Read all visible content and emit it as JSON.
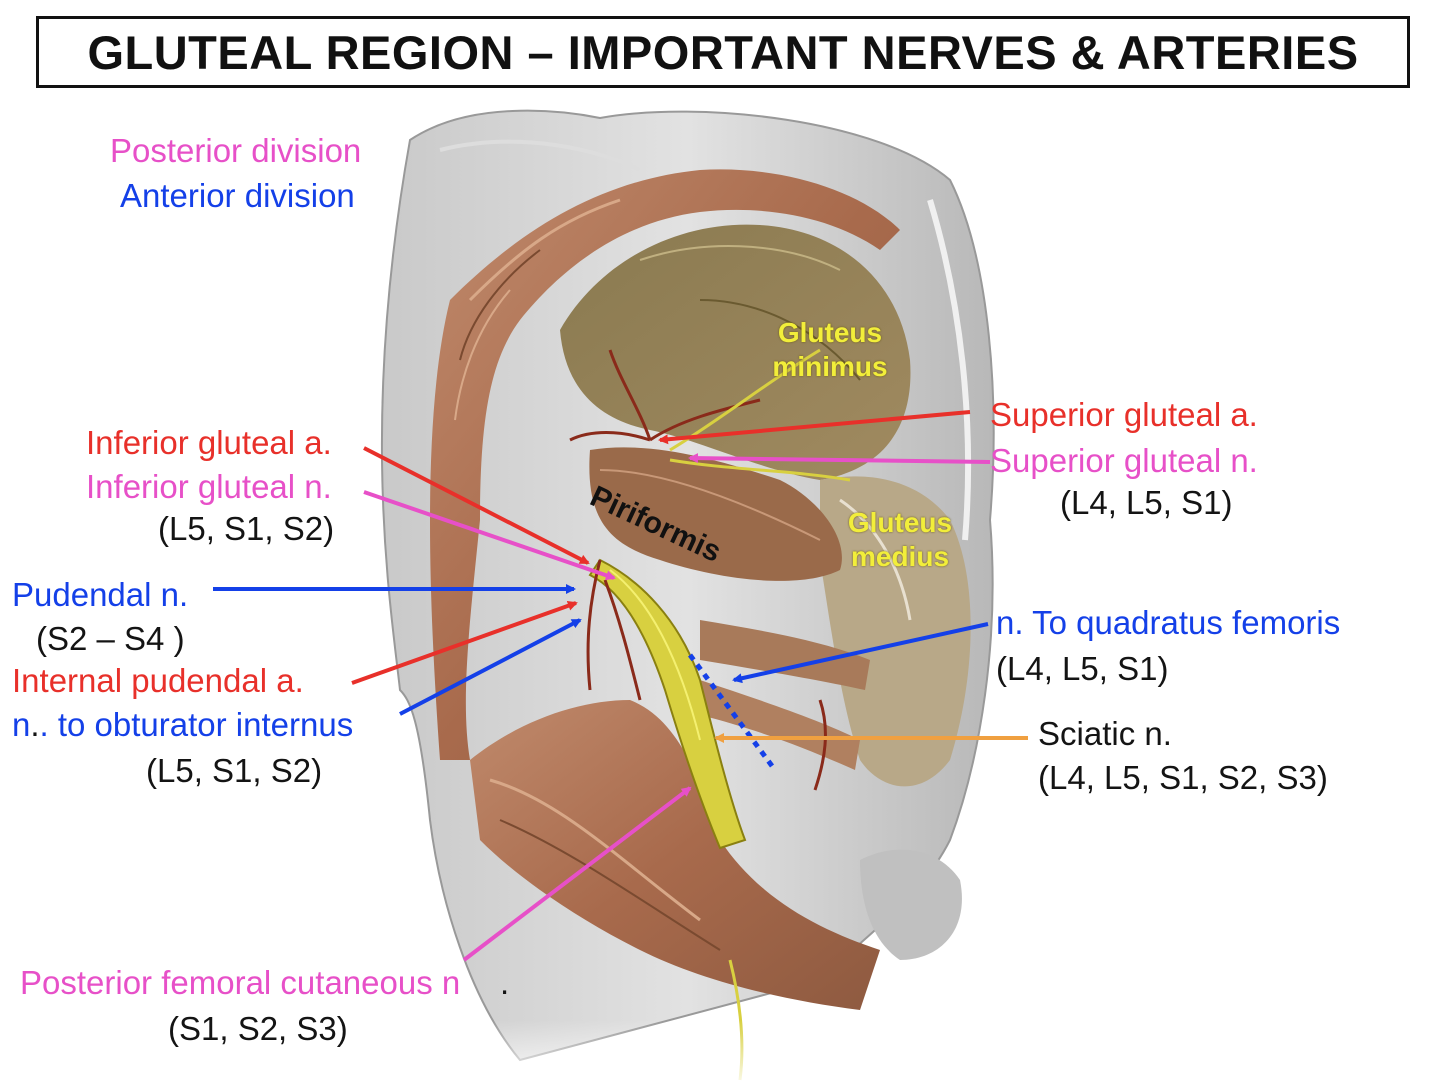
{
  "title": "GLUTEAL REGION – IMPORTANT NERVES & ARTERIES",
  "legend": {
    "posterior": "Posterior division",
    "anterior": "Anterior division",
    "colors": {
      "posterior": "#e750c8",
      "anterior": "#1440e8",
      "artery": "#e8302a",
      "sciatic_arrow": "#f0a040"
    }
  },
  "muscles": {
    "gluteus_minimus_1": "Gluteus",
    "gluteus_minimus_2": "minimus",
    "gluteus_medius_1": "Gluteus",
    "gluteus_medius_2": "medius",
    "piriformis": "Piriformis"
  },
  "labels": {
    "inferior_gluteal_a": "Inferior gluteal a.",
    "inferior_gluteal_n": "Inferior gluteal n.",
    "inferior_gluteal_n_roots": "(L5, S1, S2)",
    "pudendal_n": "Pudendal n.",
    "pudendal_n_roots": "(S2 – S4 )",
    "internal_pudendal_a": "Internal pudendal a.",
    "n_obturator_internus_prefix": "n",
    "n_obturator_internus_rest": ". to obturator internus",
    "n_obturator_internus_roots": "(L5, S1, S2)",
    "superior_gluteal_a": "Superior gluteal a.",
    "superior_gluteal_n": "Superior gluteal n.",
    "superior_gluteal_n_roots": "(L4, L5, S1)",
    "n_quadratus_femoris": "n. To quadratus femoris",
    "n_quadratus_femoris_roots": "(L4, L5, S1)",
    "sciatic_n": "Sciatic n.",
    "sciatic_n_roots": "(L4, L5, S1, S2, S3)",
    "posterior_femoral_cutaneous_n": "Posterior femoral cutaneous n",
    "posterior_femoral_cutaneous_n_roots": "(S1, S2, S3)"
  }
}
